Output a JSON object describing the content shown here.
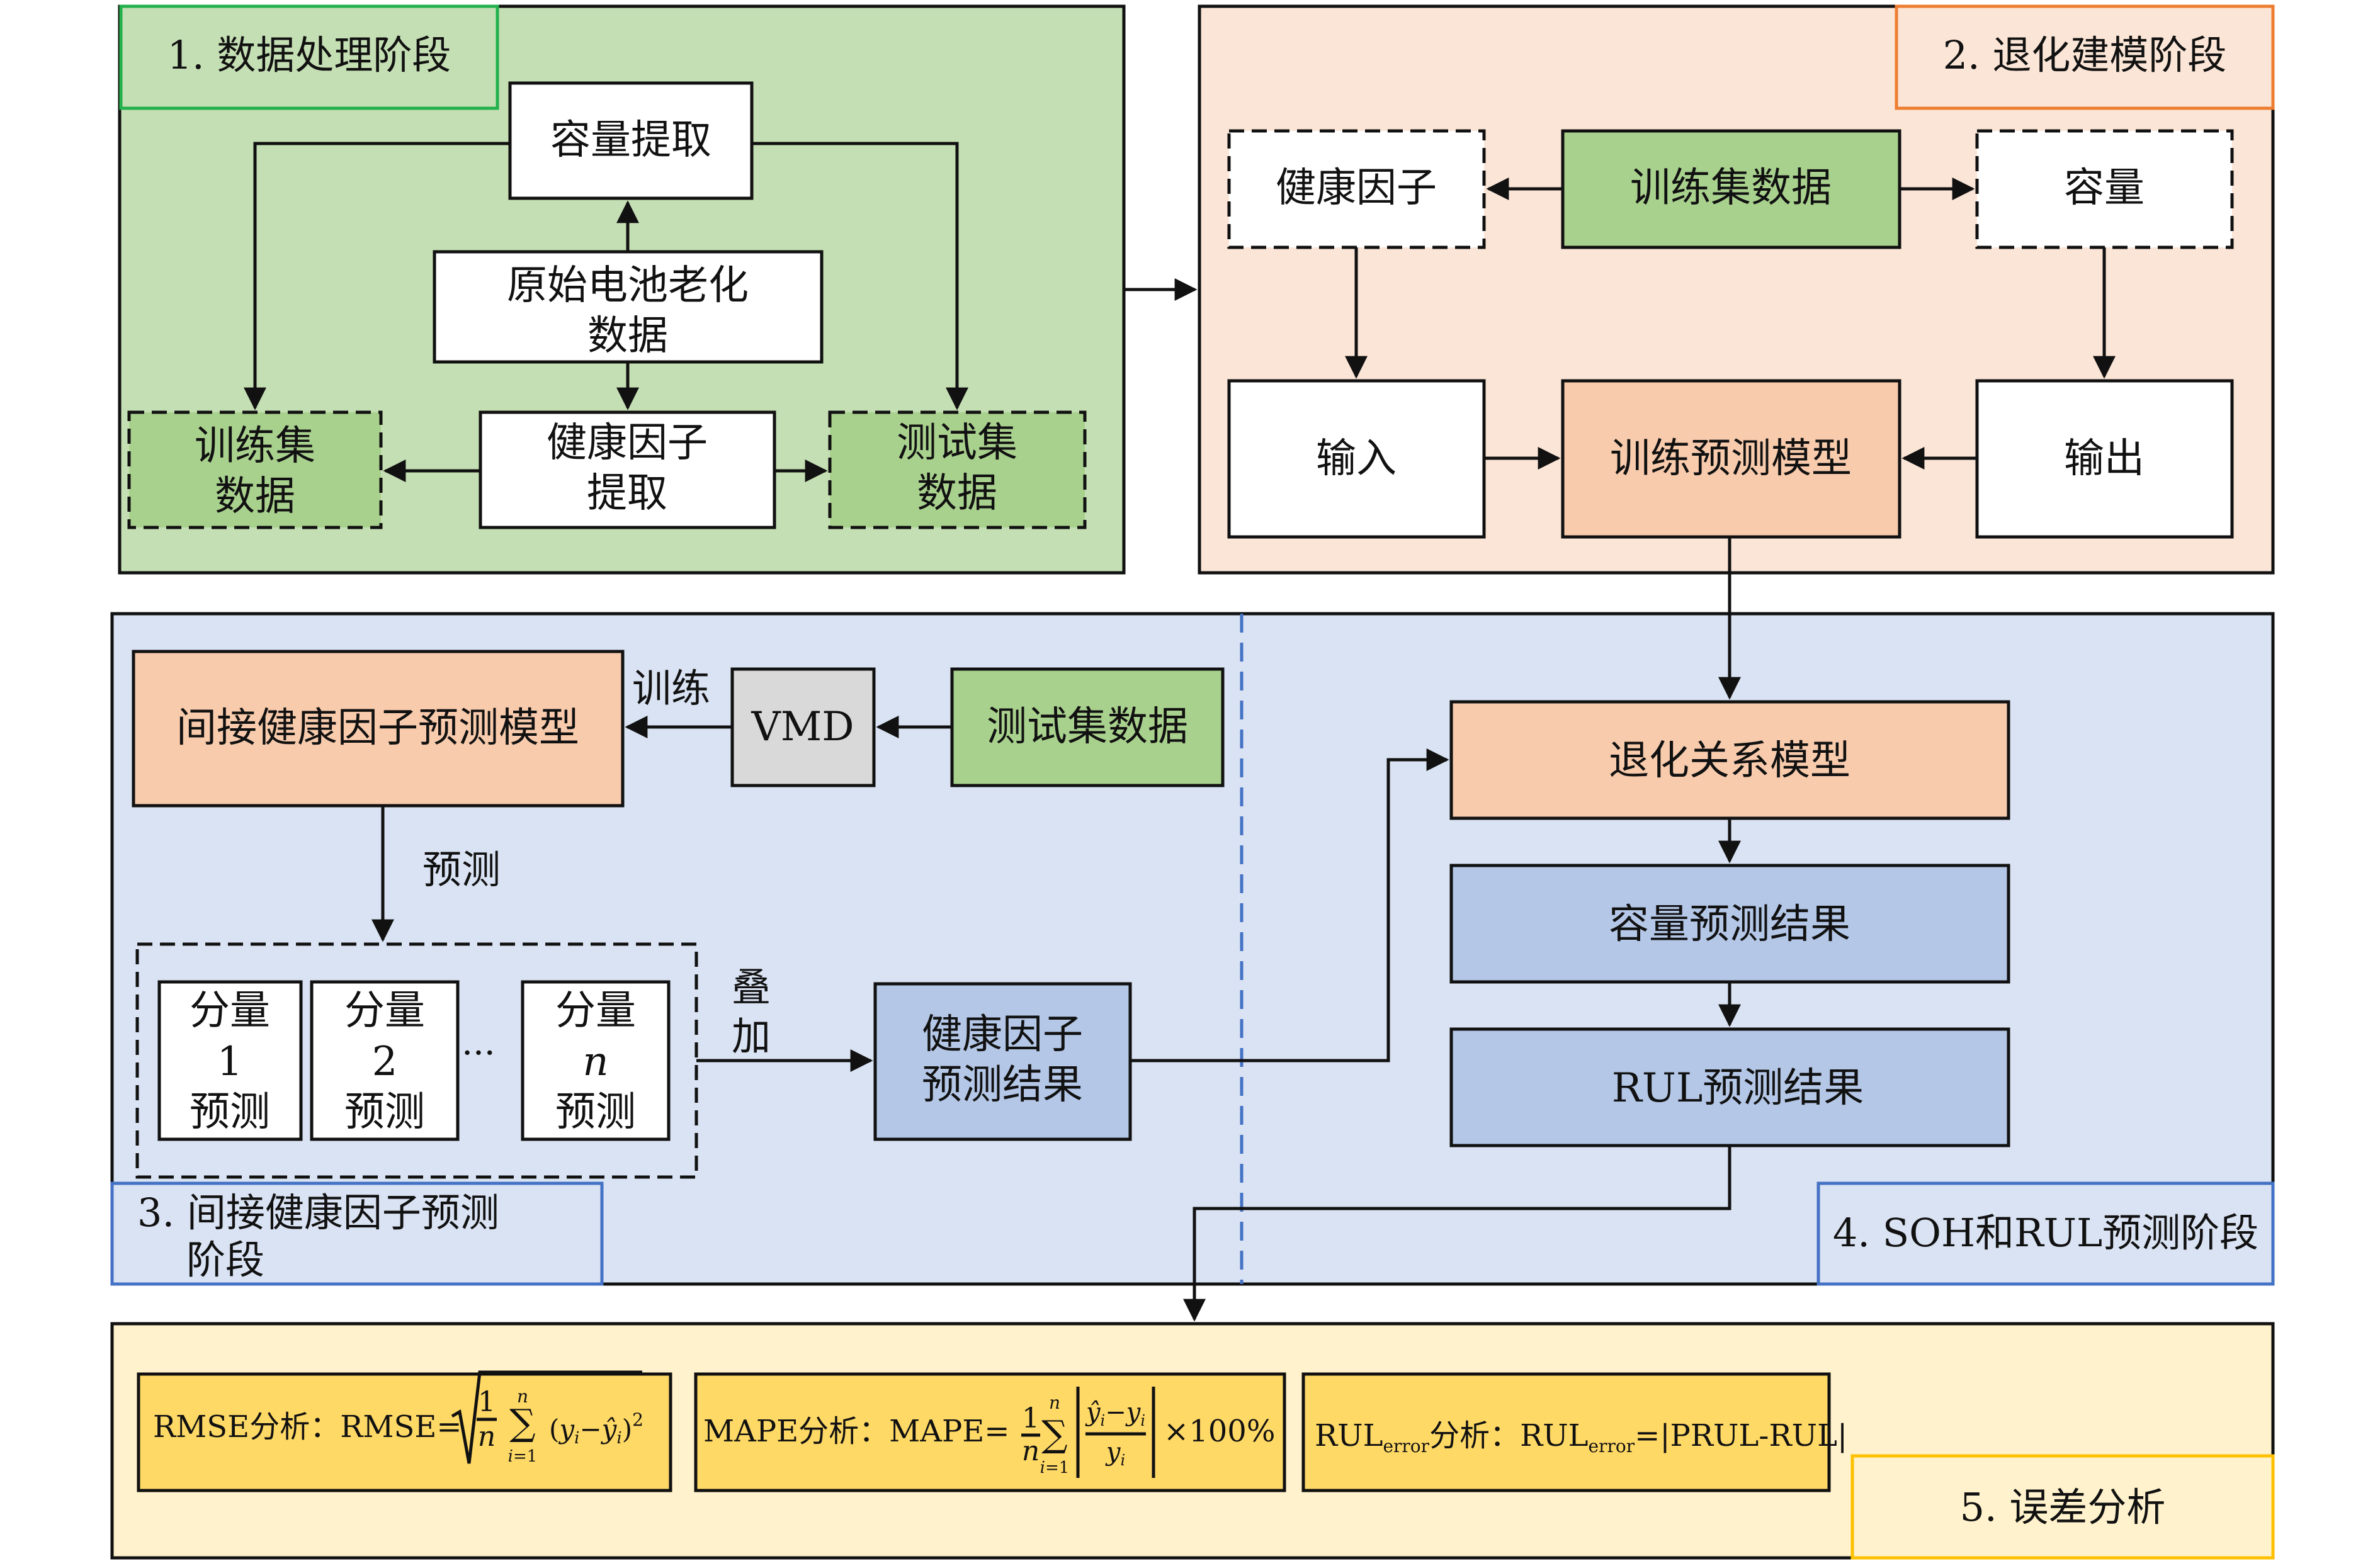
{
  "colors": {
    "stage1_bg": "#c5dfb4",
    "stage2_bg": "#fbe5d6",
    "stage34_bg": "#dae3f3",
    "stage5_bg": "#fff2cc",
    "green_box": "#a9d18e",
    "orange_box": "#f8cbad",
    "blue_box": "#b4c7e7",
    "gray_box": "#d9d9d9",
    "yellow_box": "#ffd966",
    "label1_border": "#22b14c",
    "label2_border": "#ed7d31",
    "label34_border": "#4472c4",
    "label5_border": "#ffc000",
    "divider": "#4472c4"
  },
  "stage1": {
    "label": "1. 数据处理阶段",
    "capacity_extract": "容量提取",
    "raw_data_line1": "原始电池老化",
    "raw_data_line2": "数据",
    "hf_extract_line1": "健康因子",
    "hf_extract_line2": "提取",
    "train_data_line1": "训练集",
    "train_data_line2": "数据",
    "test_data_line1": "测试集",
    "test_data_line2": "数据"
  },
  "stage2": {
    "label": "2. 退化建模阶段",
    "health_factor": "健康因子",
    "train_set_data": "训练集数据",
    "capacity": "容量",
    "input": "输入",
    "train_model": "训练预测模型",
    "output": "输出"
  },
  "stage3": {
    "label_line1": "3. 间接健康因子预测",
    "label_line2": "阶段",
    "indirect_model": "间接健康因子预测模型",
    "train_label": "训练",
    "vmd": "VMD",
    "test_set_data": "测试集数据",
    "predict_label": "预测",
    "component_word": "分量",
    "component_predict": "预测",
    "component_1": "1",
    "component_2": "2",
    "component_n": "n",
    "ellipsis": "···",
    "superpose_line1": "叠",
    "superpose_line2": "加",
    "hf_result_line1": "健康因子",
    "hf_result_line2": "预测结果"
  },
  "stage4": {
    "label": "4. SOH和RUL预测阶段",
    "degradation_model": "退化关系模型",
    "capacity_result": "容量预测结果",
    "rul_result": "RUL预测结果"
  },
  "stage5": {
    "label": "5. 误差分析",
    "rmse_prefix": "RMSE分析：RMSE=",
    "mape_prefix": "MAPE分析：MAPE=",
    "mape_suffix": "×100%",
    "rul_prefix_main": "RUL",
    "rul_prefix_sub": "error",
    "rul_prefix_rest": "分析：RUL",
    "rul_eq_sub": "error",
    "rul_eq_rest": "=|PRUL-RUL|"
  }
}
